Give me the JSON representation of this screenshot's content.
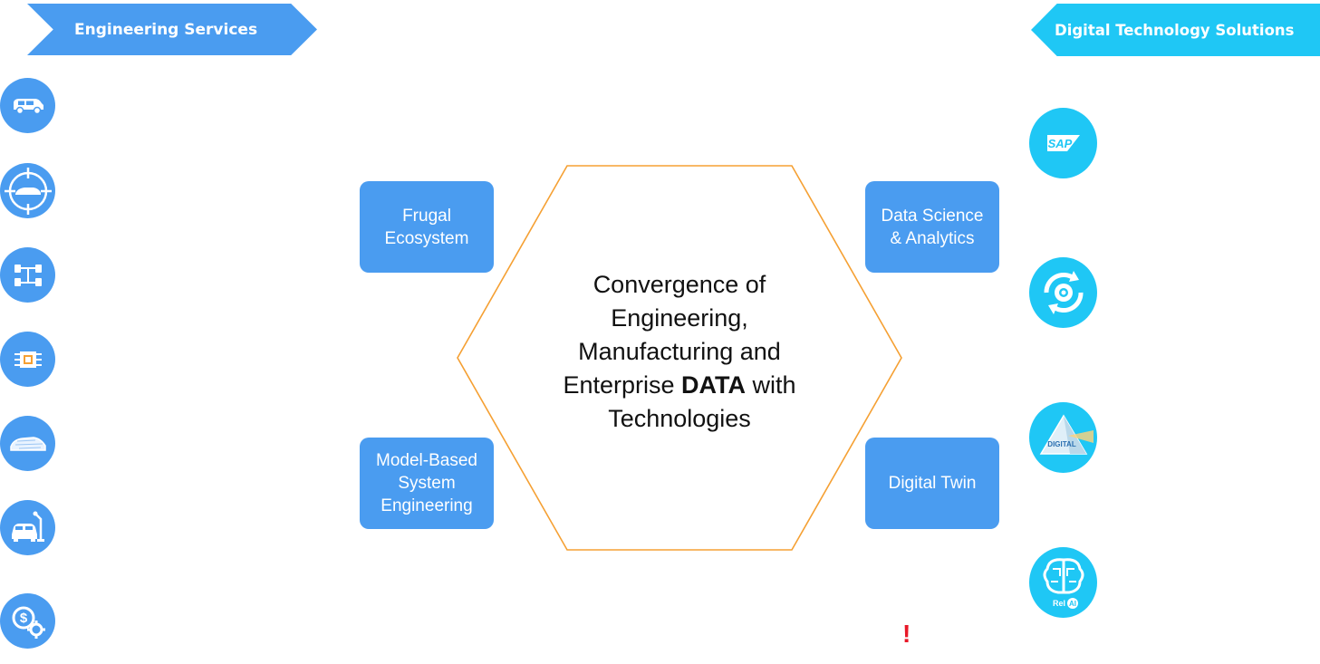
{
  "banners": {
    "left": "Engineering Services",
    "right": "Digital Technology Solutions"
  },
  "left_icons": [
    "car-icon",
    "target-car-icon",
    "chassis-icon",
    "chip-icon",
    "sketch-car-icon",
    "robot-car-icon",
    "dollar-gear-icon"
  ],
  "right_icons": {
    "sap": "SAP",
    "cycle": "cycle-gear-icon",
    "digital": "DIGITAL",
    "ai": "Rel",
    "ai_badge": "AI"
  },
  "boxes": {
    "top_left": "Frugal\nEcosystem",
    "bottom_left": "Model-Based\nSystem\nEngineering",
    "top_right": "Data Science\n& Analytics",
    "bottom_right": "Digital Twin"
  },
  "center": {
    "line1": "Convergence of",
    "line2": "Engineering,",
    "line3": "Manufacturing and",
    "line4_pre": "Enterprise ",
    "line4_bold": "DATA",
    "line4_post": " with",
    "line5": "Technologies"
  },
  "alert": "!",
  "colors": {
    "engineering_blue": "#4a9cf0",
    "digital_cyan": "#1fc7f5",
    "hexagon_orange": "#f5a033"
  }
}
